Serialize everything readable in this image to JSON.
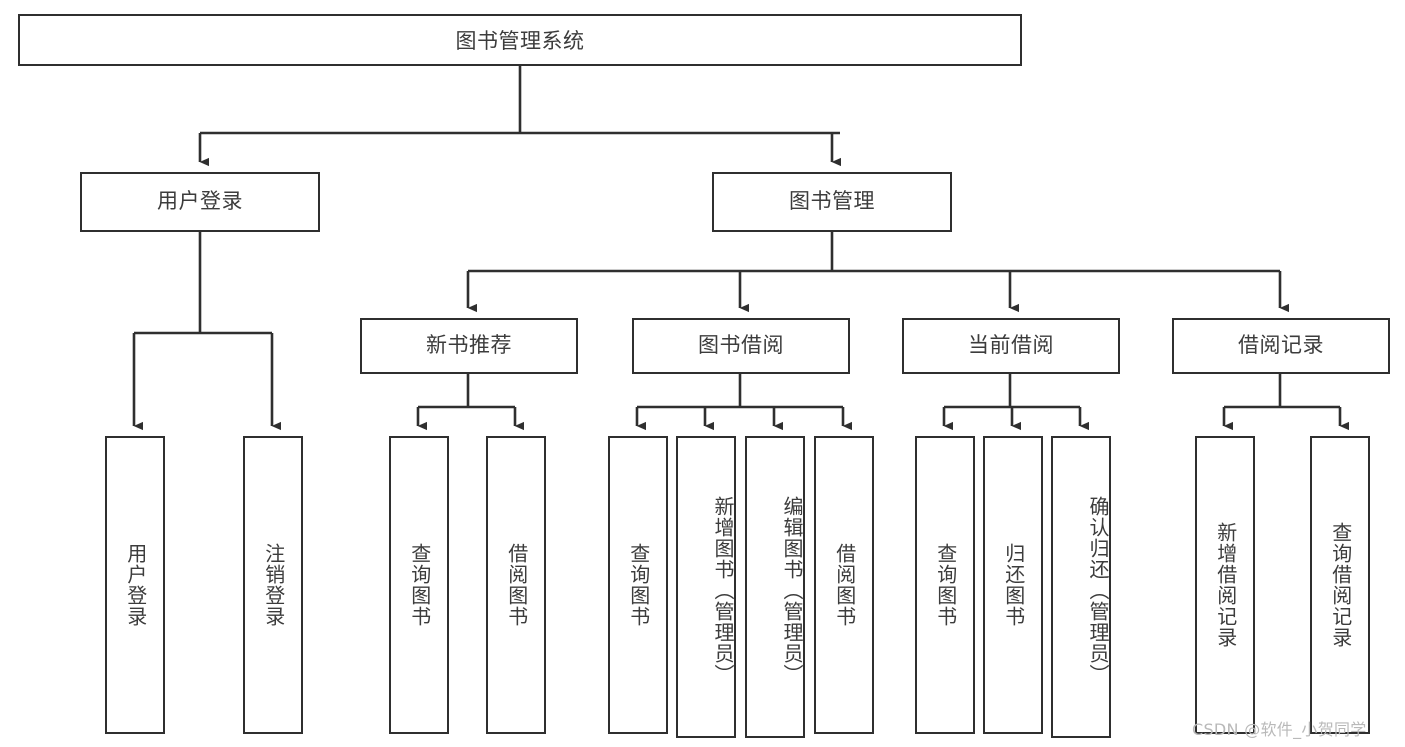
{
  "diagram": {
    "title": "图书管理系统",
    "type": "tree-hierarchy",
    "watermark": "CSDN @软件_小贺同学",
    "colors": {
      "background": "#ffffff",
      "box_border": "#2f2f2f",
      "text": "#3c3c3c",
      "edge": "#2f2f2f",
      "watermark": "#b9b9b9"
    },
    "root": {
      "label": "图书管理系统"
    },
    "level2": [
      {
        "id": "user-login",
        "label": "用户登录"
      },
      {
        "id": "book-manage",
        "label": "图书管理"
      }
    ],
    "level3": [
      {
        "id": "new-book-recommend",
        "label": "新书推荐"
      },
      {
        "id": "book-borrow",
        "label": "图书借阅"
      },
      {
        "id": "current-borrow",
        "label": "当前借阅"
      },
      {
        "id": "borrow-record",
        "label": "借阅记录"
      }
    ],
    "leaves": {
      "user_login": [
        {
          "id": "leaf-user-login",
          "label": "用户登录"
        },
        {
          "id": "leaf-logout-login",
          "label": "注销登录"
        }
      ],
      "new_book_recommend": [
        {
          "id": "leaf-query-book-1",
          "label": "查询图书"
        },
        {
          "id": "leaf-borrow-book-1",
          "label": "借阅图书"
        }
      ],
      "book_borrow": [
        {
          "id": "leaf-query-book-2",
          "label": "查询图书"
        },
        {
          "id": "leaf-add-book",
          "label": "新增图书（管理员）"
        },
        {
          "id": "leaf-edit-book",
          "label": "编辑图书（管理员）"
        },
        {
          "id": "leaf-borrow-book-2",
          "label": "借阅图书"
        }
      ],
      "current_borrow": [
        {
          "id": "leaf-query-book-3",
          "label": "查询图书"
        },
        {
          "id": "leaf-return-book",
          "label": "归还图书"
        },
        {
          "id": "leaf-confirm-return",
          "label": "确认归还（管理员）"
        }
      ],
      "borrow_record": [
        {
          "id": "leaf-add-record",
          "label": "新增借阅记录"
        },
        {
          "id": "leaf-query-record",
          "label": "查询借阅记录"
        }
      ]
    }
  }
}
